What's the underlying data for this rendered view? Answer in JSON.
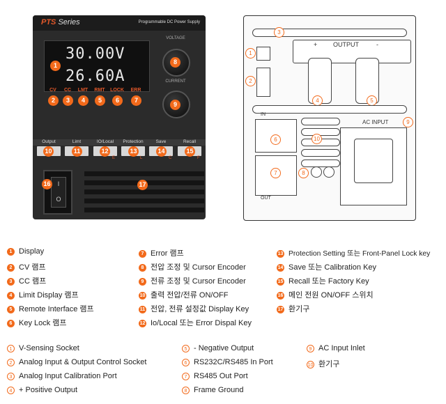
{
  "front": {
    "brand": "PTS",
    "brand_series": "Series",
    "subtitle": "Programmable DC Power Supply",
    "display_voltage": "30.00V",
    "display_current": "26.60A",
    "voltage_label": "VOLTAGE",
    "current_label": "CURRENT",
    "lamps": [
      "CV",
      "CC",
      "LMT",
      "RMT",
      "LOCK",
      "ERR"
    ],
    "keys": [
      "Output",
      "Limt",
      "IO/Local",
      "Protection",
      "Save",
      "Recall"
    ],
    "key_sublabels": [
      "E",
      "L",
      "C",
      "F"
    ],
    "switch_on": "I",
    "switch_off": "O"
  },
  "front_badges": [
    "1",
    "2",
    "3",
    "4",
    "5",
    "6",
    "7",
    "8",
    "9",
    "10",
    "11",
    "12",
    "13",
    "14",
    "15",
    "16",
    "17"
  ],
  "rear": {
    "output_label": "OUTPUT",
    "plus": "+",
    "minus": "-",
    "in_label": "IN",
    "out_label": "OUT",
    "ac_label": "AC INPUT",
    "badges": [
      "1",
      "2",
      "3",
      "4",
      "5",
      "6",
      "7",
      "8",
      "9",
      "10"
    ]
  },
  "legend_front": {
    "col1": [
      {
        "n": "1",
        "text": "Display"
      },
      {
        "n": "2",
        "text": "CV 램프"
      },
      {
        "n": "3",
        "text": "CC 램프"
      },
      {
        "n": "4",
        "text": "Limit Display 램프"
      },
      {
        "n": "5",
        "text": "Remote Interface 램프"
      },
      {
        "n": "6",
        "text": "Key Lock 램프"
      }
    ],
    "col2": [
      {
        "n": "7",
        "text": "Error 램프"
      },
      {
        "n": "8",
        "text": "전압 조정 및 Cursor Encoder"
      },
      {
        "n": "9",
        "text": "전류 조정 및 Cursor Encoder"
      },
      {
        "n": "10",
        "text": "출력 전압/전류 ON/OFF"
      },
      {
        "n": "11",
        "text": "전압, 전류 설정값 Display Key"
      },
      {
        "n": "12",
        "text": "Io/Local 또는 Error Dispal Key"
      }
    ],
    "col3": [
      {
        "n": "13",
        "text": "Protection Setting 또는 Front-Panel Lock key"
      },
      {
        "n": "14",
        "text": "Save 또는 Calibration Key"
      },
      {
        "n": "15",
        "text": "Recall 또는 Factory Key"
      },
      {
        "n": "16",
        "text": "메인 전원 ON/OFF 스위치"
      },
      {
        "n": "17",
        "text": "환기구"
      }
    ]
  },
  "legend_rear": {
    "col1": [
      {
        "n": "1",
        "text": "V-Sensing Socket"
      },
      {
        "n": "2",
        "text": "Analog Input & Output Control Socket"
      },
      {
        "n": "3",
        "text": "Analog Input Calibration Port"
      },
      {
        "n": "4",
        "text": "+ Positive Output"
      }
    ],
    "col2": [
      {
        "n": "5",
        "text": "- Negative Output"
      },
      {
        "n": "6",
        "text": "RS232C/RS485 In Port"
      },
      {
        "n": "7",
        "text": "RS485 Out Port"
      },
      {
        "n": "8",
        "text": "Frame Ground"
      }
    ],
    "col3": [
      {
        "n": "9",
        "text": "AC Input Inlet"
      },
      {
        "n": "10",
        "text": "환기구"
      }
    ]
  }
}
